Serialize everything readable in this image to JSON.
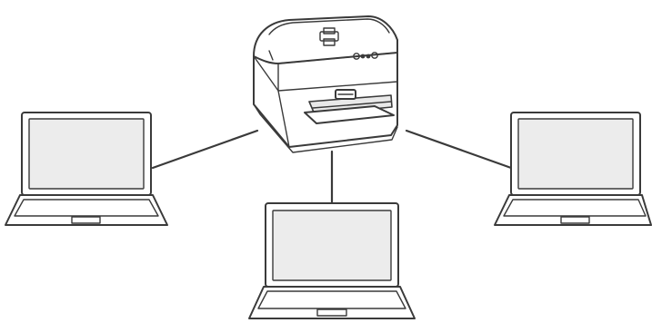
{
  "diagram": {
    "nodes": [
      {
        "id": "printer",
        "icon": "label-printer-icon",
        "label": ""
      },
      {
        "id": "laptop-left",
        "icon": "laptop-icon",
        "label": ""
      },
      {
        "id": "laptop-center",
        "icon": "laptop-icon",
        "label": ""
      },
      {
        "id": "laptop-right",
        "icon": "laptop-icon",
        "label": ""
      }
    ],
    "edges": [
      {
        "from": "printer",
        "to": "laptop-left"
      },
      {
        "from": "printer",
        "to": "laptop-center"
      },
      {
        "from": "printer",
        "to": "laptop-right"
      }
    ],
    "colors": {
      "stroke": "#3a3a3a",
      "screen": "#ececec",
      "background": "#ffffff"
    }
  }
}
